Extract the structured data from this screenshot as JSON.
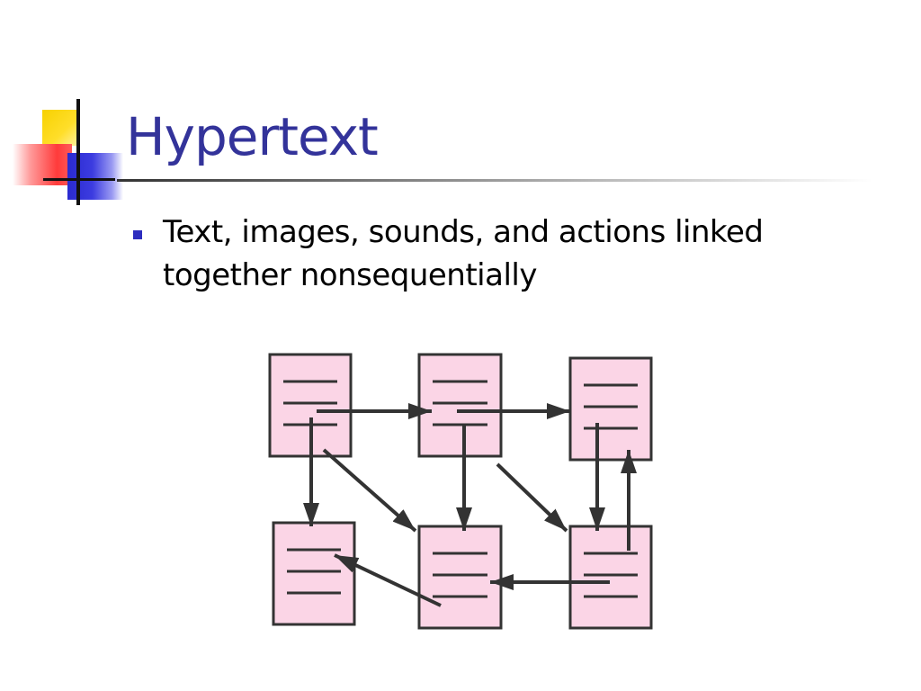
{
  "slide": {
    "title": "Hypertext",
    "bullets": [
      "Text, images, sounds, and actions linked together nonsequentially"
    ]
  },
  "theme": {
    "title_color": "#33339a",
    "bullet_color": "#2d2dbf",
    "node_fill": "#fbd5e6",
    "node_stroke": "#333333",
    "arrow_color": "#333333"
  },
  "diagram": {
    "type": "linked-documents",
    "nodes": [
      {
        "id": "doc-top-left"
      },
      {
        "id": "doc-top-middle"
      },
      {
        "id": "doc-top-right"
      },
      {
        "id": "doc-bottom-left"
      },
      {
        "id": "doc-bottom-middle"
      },
      {
        "id": "doc-bottom-right"
      }
    ],
    "links": [
      {
        "from": "doc-top-left",
        "to": "doc-top-middle"
      },
      {
        "from": "doc-top-middle",
        "to": "doc-top-right"
      },
      {
        "from": "doc-top-left",
        "to": "doc-bottom-left"
      },
      {
        "from": "doc-top-left",
        "to": "doc-bottom-middle"
      },
      {
        "from": "doc-top-middle",
        "to": "doc-bottom-middle"
      },
      {
        "from": "doc-top-middle",
        "to": "doc-bottom-right"
      },
      {
        "from": "doc-top-right",
        "to": "doc-bottom-right"
      },
      {
        "from": "doc-bottom-right",
        "to": "doc-top-right"
      },
      {
        "from": "doc-bottom-right",
        "to": "doc-bottom-middle"
      },
      {
        "from": "doc-bottom-middle",
        "to": "doc-bottom-left"
      }
    ]
  }
}
